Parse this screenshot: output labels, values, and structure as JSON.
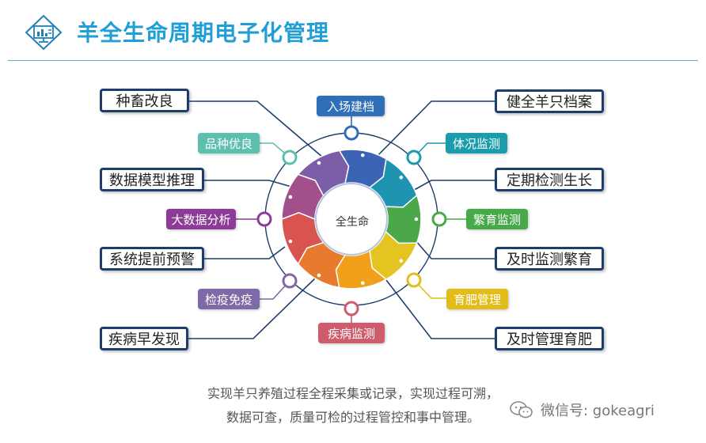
{
  "header": {
    "title": "羊全生命周期电子化管理"
  },
  "center": {
    "label": "全生命"
  },
  "left_boxes": [
    "种畜改良",
    "数据模型推理",
    "系统提前预警",
    "疾病早发现"
  ],
  "right_boxes": [
    "健全羊只档案",
    "定期检测生长",
    "及时监测繁育",
    "及时管理育肥"
  ],
  "tags": [
    {
      "label": "入场建档",
      "color": "#2f6fb7"
    },
    {
      "label": "体况监测",
      "color": "#1b9cad"
    },
    {
      "label": "繁育监测",
      "color": "#46a94a"
    },
    {
      "label": "育肥管理",
      "color": "#e2bd1a"
    },
    {
      "label": "疾病监测",
      "color": "#cf5c6c"
    },
    {
      "label": "检疫免疫",
      "color": "#7d6aa6"
    },
    {
      "label": "大数据分析",
      "color": "#8c3c96"
    },
    {
      "label": "品种优良",
      "color": "#5dbfae"
    }
  ],
  "caption": {
    "line1": "实现羊只养殖过程全程采集或记录，实现过程可溯，",
    "line2": "数据可查，质量可检的过程管控和事中管理。"
  },
  "watermark": {
    "text": "微信号: gokeagri"
  }
}
